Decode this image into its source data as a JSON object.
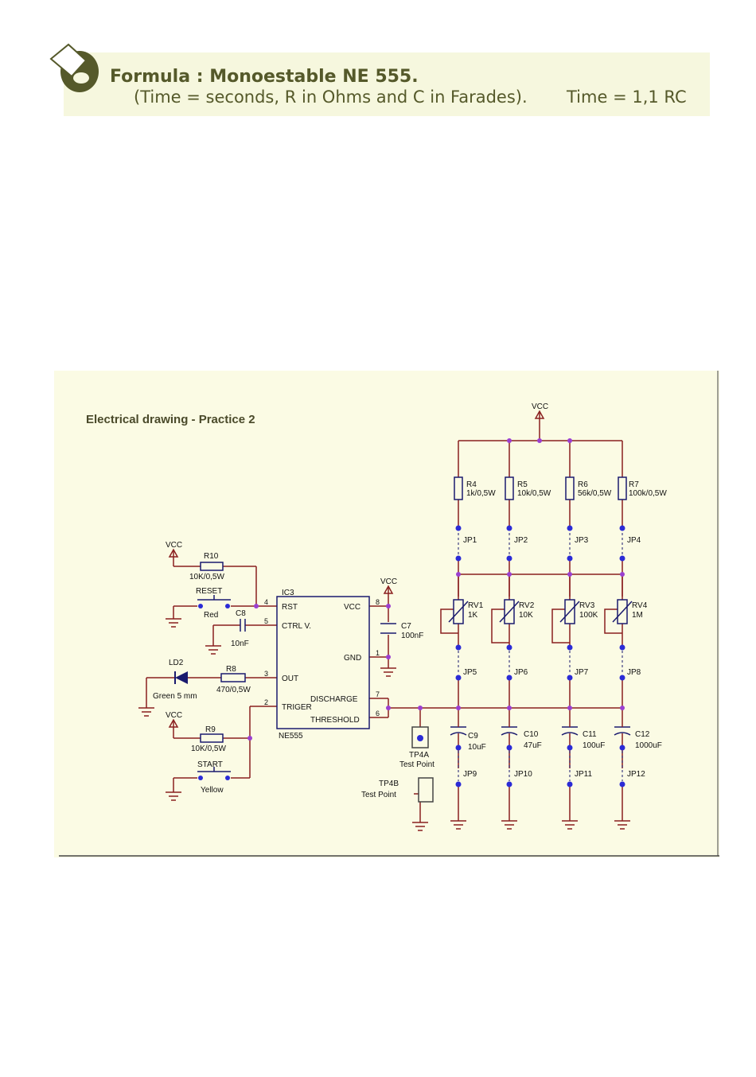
{
  "formula": {
    "title": "Formula : Monoestable NE 555.",
    "subtitle": "(Time = seconds, R in Ohms and C in Farades).",
    "equation": "Time = 1,1 RC"
  },
  "icon": "pencil-note-icon",
  "colors": {
    "formula_bg": "#f6f7de",
    "formula_text": "#55592a",
    "schematic_bg": "#fbfbe4",
    "wire": "#8a1f1f",
    "component": "#1a1a6e",
    "junction": "#9b3fd0",
    "test_point": "#2b2bd6"
  },
  "schematic": {
    "title": "Electrical drawing - Practice 2",
    "ic": {
      "ref": "IC3",
      "part": "NE555",
      "pins": {
        "rst": "RST",
        "ctrl": "CTRL V.",
        "out": "OUT",
        "trig": "TRIGER",
        "vcc": "VCC",
        "gnd": "GND",
        "dis": "DISCHARGE",
        "thr": "THRESHOLD"
      },
      "pin_numbers": {
        "p4": "4",
        "p5": "5",
        "p3": "3",
        "p2": "2",
        "p8": "8",
        "p1": "1",
        "p7": "7",
        "p6": "6"
      }
    },
    "vcc": "VCC",
    "left": {
      "r10": {
        "ref": "R10",
        "value": "10K/0,5W"
      },
      "reset": {
        "ref": "RESET",
        "color": "Red"
      },
      "c8": {
        "ref": "C8",
        "value": "10nF"
      },
      "ld2": {
        "ref": "LD2",
        "value": "Green 5 mm"
      },
      "r8": {
        "ref": "R8",
        "value": "470/0,5W"
      },
      "r9": {
        "ref": "R9",
        "value": "10K/0,5W"
      },
      "start": {
        "ref": "START",
        "color": "Yellow"
      }
    },
    "c7": {
      "ref": "C7",
      "value": "100nF"
    },
    "tp4a": {
      "ref": "TP4A",
      "label": "Test Point"
    },
    "tp4b": {
      "ref": "TP4B",
      "label": "Test Point"
    },
    "columns": [
      {
        "r": "R4",
        "rv_val": "1k/0,5W",
        "jp_top": "JP1",
        "rv": "RV1",
        "pot": "1K",
        "jp_mid": "JP5",
        "c": "C9",
        "c_val": "10uF",
        "jp_bot": "JP9"
      },
      {
        "r": "R5",
        "rv_val": "10k/0,5W",
        "jp_top": "JP2",
        "rv": "RV2",
        "pot": "10K",
        "jp_mid": "JP6",
        "c": "C10",
        "c_val": "47uF",
        "jp_bot": "JP10"
      },
      {
        "r": "R6",
        "rv_val": "56k/0,5W",
        "jp_top": "JP3",
        "rv": "RV3",
        "pot": "100K",
        "jp_mid": "JP7",
        "c": "C11",
        "c_val": "100uF",
        "jp_bot": "JP11"
      },
      {
        "r": "R7",
        "rv_val": "100k/0,5W",
        "jp_top": "JP4",
        "rv": "RV4",
        "pot": "1M",
        "jp_mid": "JP8",
        "c": "C12",
        "c_val": "1000uF",
        "jp_bot": "JP12"
      }
    ]
  }
}
